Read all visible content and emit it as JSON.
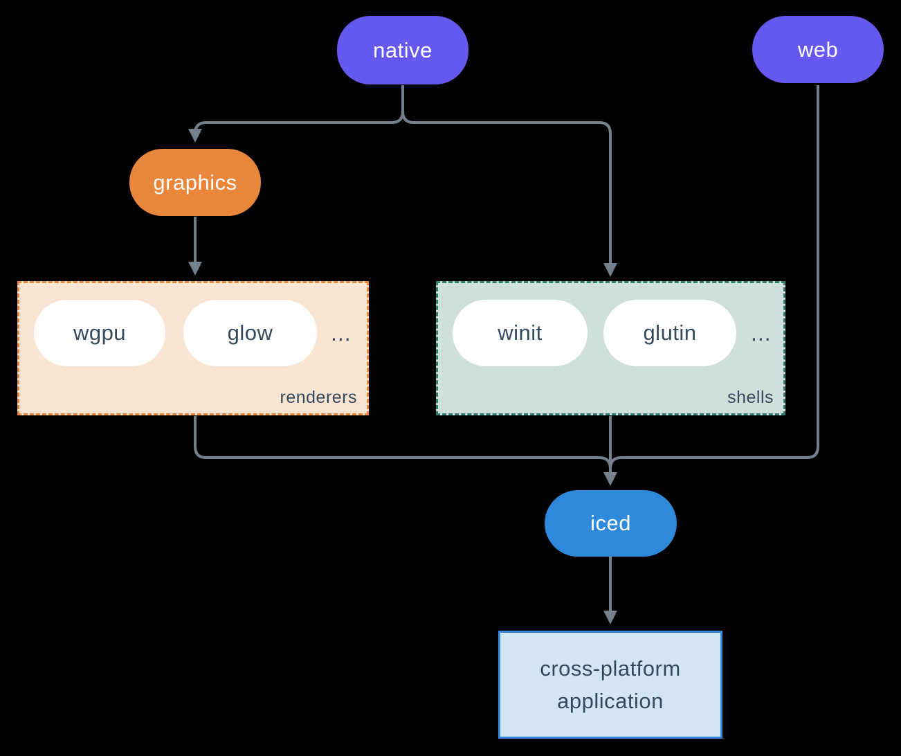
{
  "colors": {
    "bg": "#000000",
    "line": "#74808C",
    "purple": "#6458EE",
    "orange": "#E8863C",
    "blue": "#2E89DA",
    "white": "#FFFFFF",
    "dark-text": "#36495C",
    "renderers-fill": "#FAE5D3",
    "renderers-border": "#E8863C",
    "shells-fill": "#CFE0DA",
    "shells-border": "#2F7D6D",
    "app-fill": "#D4E5F7",
    "app-border": "#3488DC"
  },
  "nodes": {
    "native": {
      "label": "native"
    },
    "web": {
      "label": "web"
    },
    "graphics": {
      "label": "graphics"
    },
    "iced": {
      "label": "iced"
    },
    "application": {
      "line1": "cross-platform",
      "line2": "application"
    }
  },
  "groups": {
    "renderers": {
      "label": "renderers",
      "items": [
        "wgpu",
        "glow"
      ],
      "ellipsis": "..."
    },
    "shells": {
      "label": "shells",
      "items": [
        "winit",
        "glutin"
      ],
      "ellipsis": "..."
    }
  },
  "edges": [
    {
      "from": "native",
      "to": "graphics"
    },
    {
      "from": "native",
      "to": "shells"
    },
    {
      "from": "graphics",
      "to": "renderers"
    },
    {
      "from": "renderers",
      "to": "iced"
    },
    {
      "from": "shells",
      "to": "iced"
    },
    {
      "from": "web",
      "to": "iced"
    },
    {
      "from": "iced",
      "to": "application"
    }
  ]
}
